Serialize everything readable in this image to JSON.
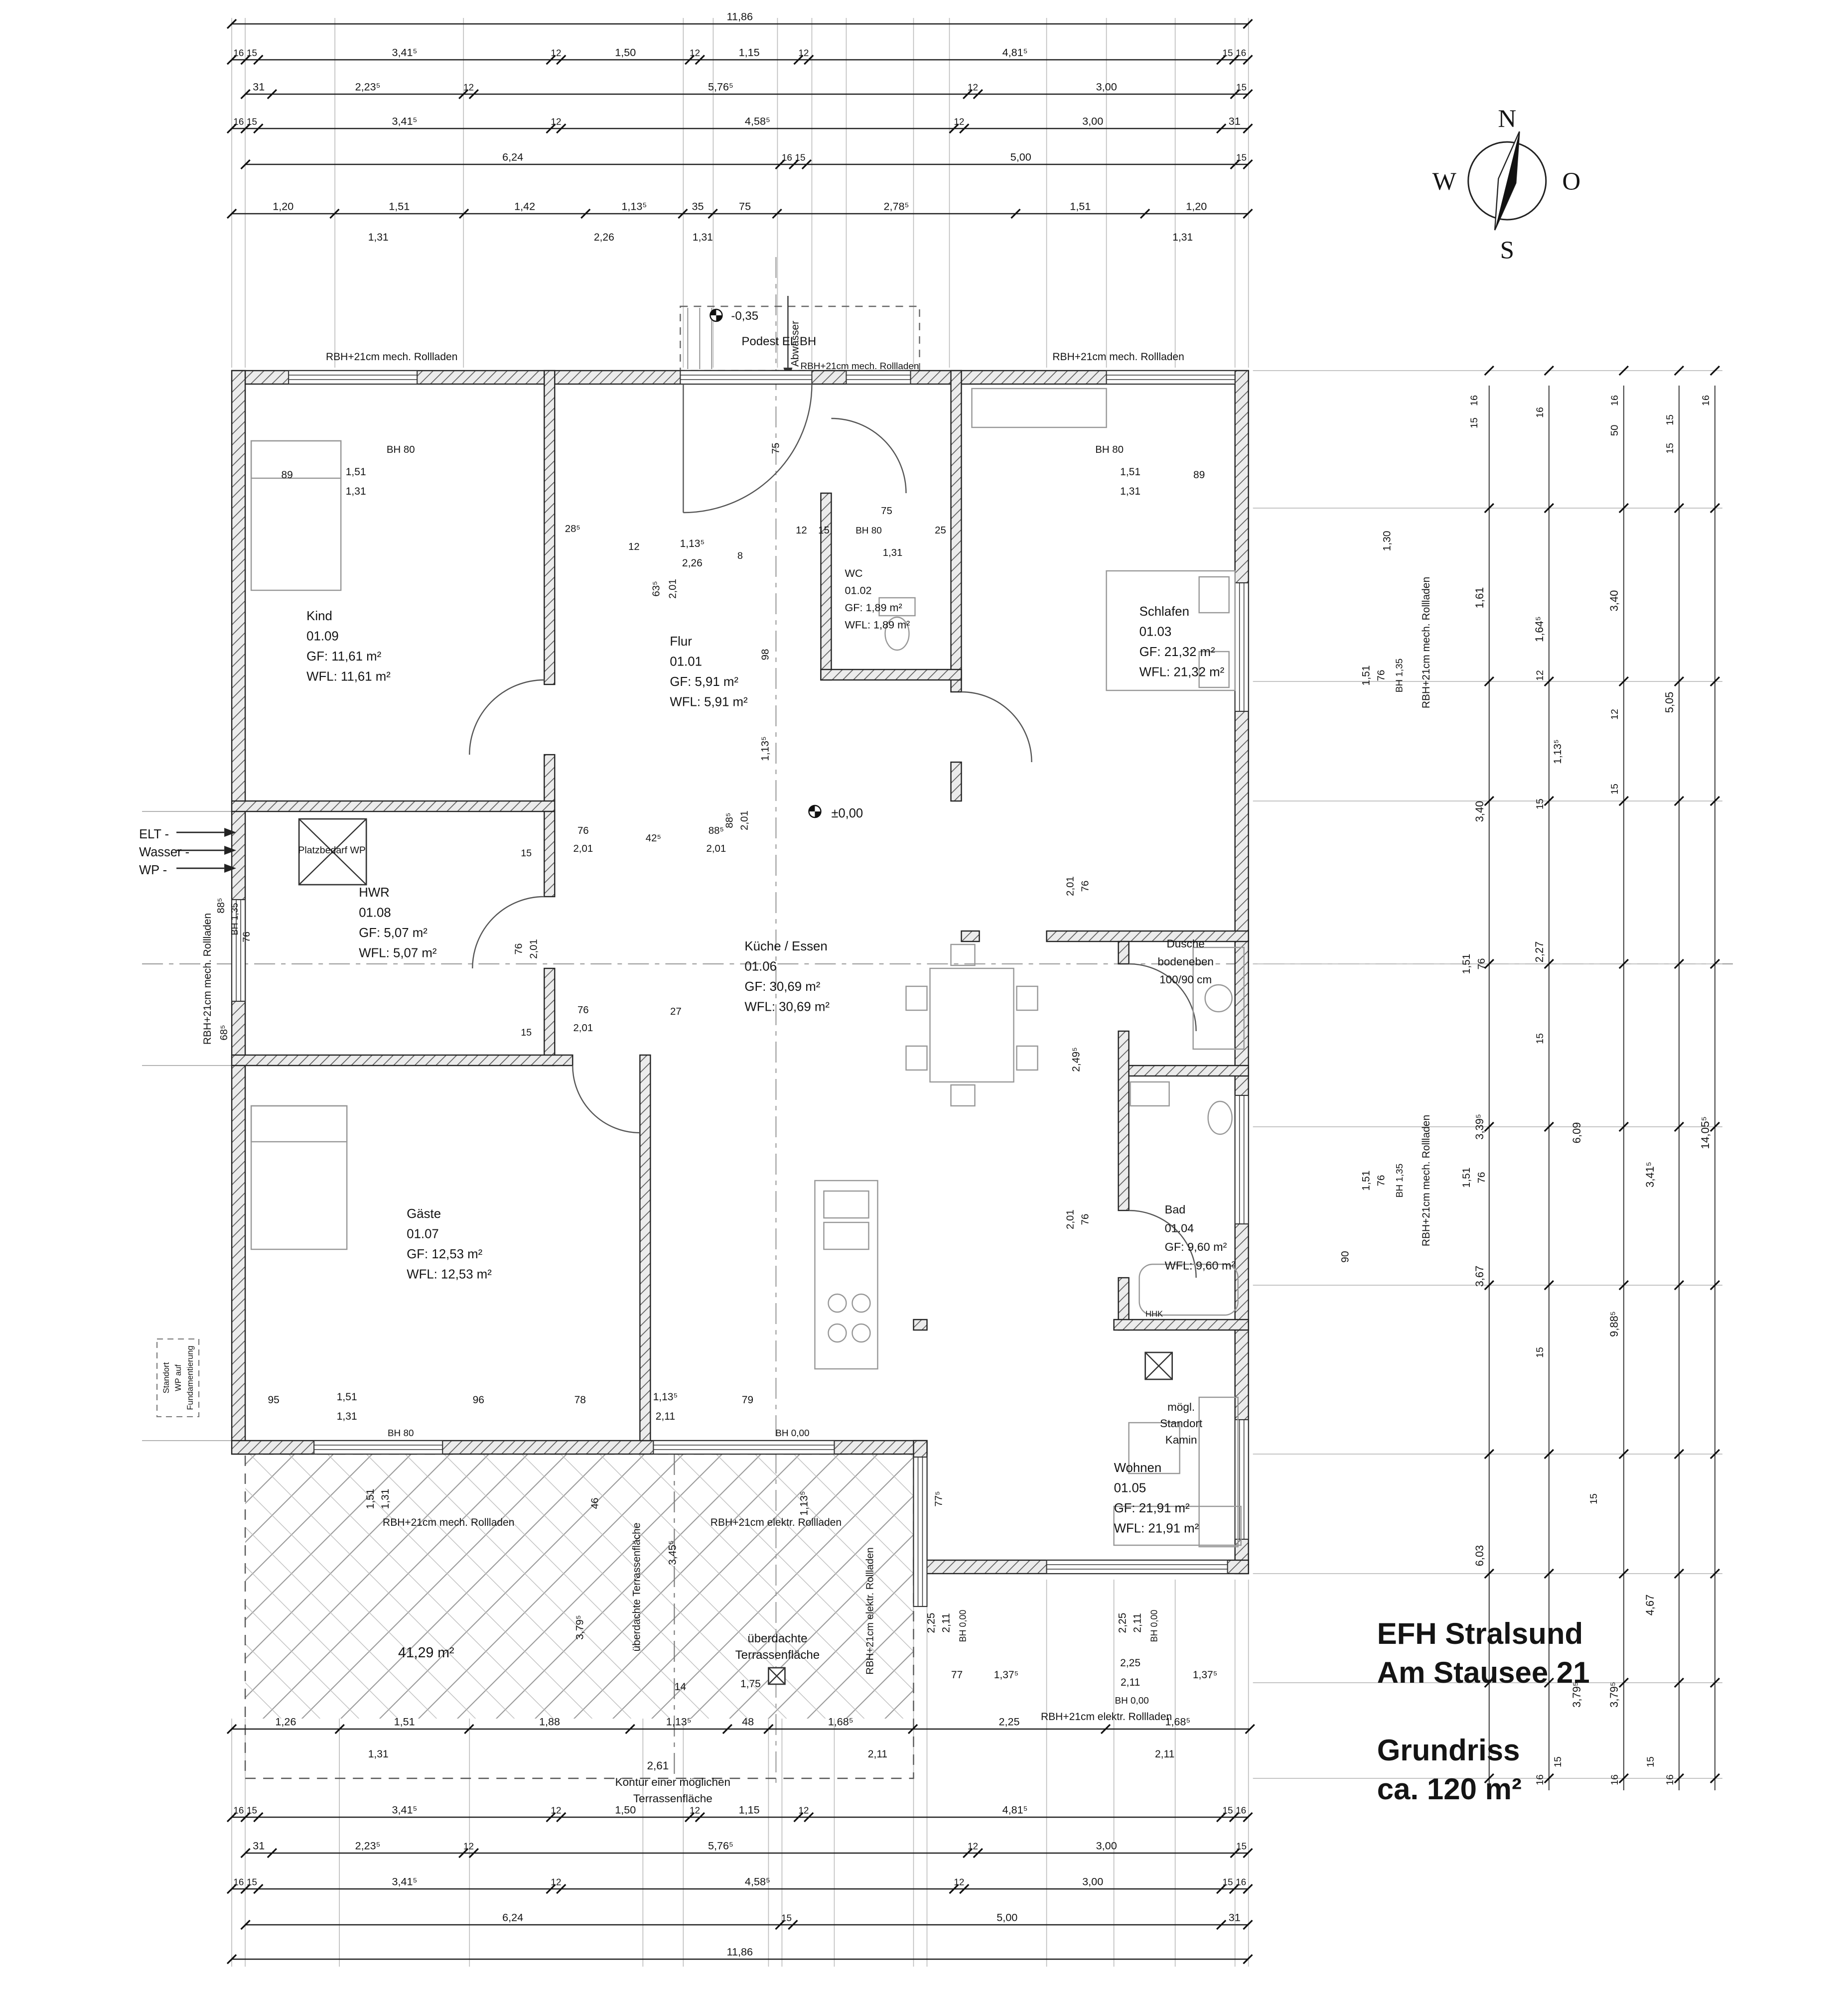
{
  "title_block": {
    "line1": "EFH Stralsund",
    "line2": "Am Stausee 21",
    "line3": "Grundriss",
    "line4": "ca. 120 m²"
  },
  "compass": {
    "north": "N",
    "west": "W",
    "east": "O",
    "south": "S"
  },
  "rooms": [
    {
      "name": "Kind",
      "number": "01.09",
      "gf": "GF: 11,61 m²",
      "wfl": "WFL: 11,61 m²"
    },
    {
      "name": "Flur",
      "number": "01.01",
      "gf": "GF: 5,91 m²",
      "wfl": "WFL: 5,91 m²"
    },
    {
      "name": "WC",
      "number": "01.02",
      "gf": "GF: 1,89 m²",
      "wfl": "WFL: 1,89 m²"
    },
    {
      "name": "Schlafen",
      "number": "01.03",
      "gf": "GF: 21,32 m²",
      "wfl": "WFL: 21,32 m²"
    },
    {
      "name": "HWR",
      "number": "01.08",
      "gf": "GF: 5,07 m²",
      "wfl": "WFL: 5,07 m²"
    },
    {
      "name": "Küche / Essen",
      "number": "01.06",
      "gf": "GF: 30,69 m²",
      "wfl": "WFL: 30,69 m²"
    },
    {
      "name": "Gäste",
      "number": "01.07",
      "gf": "GF: 12,53 m²",
      "wfl": "WFL: 12,53 m²"
    },
    {
      "name": "Bad",
      "number": "01.04",
      "gf": "GF: 9,60 m²",
      "wfl": "WFL: 9,60 m²"
    },
    {
      "name": "Wohnen",
      "number": "01.05",
      "gf": "GF: 21,91 m²",
      "wfl": "WFL: 21,91 m²"
    }
  ],
  "dim_chains": {
    "top": [
      [
        {
          "len": 11.86,
          "label": "11,86"
        }
      ],
      [
        {
          "len": 0.16,
          "label": "16"
        },
        {
          "len": 0.15,
          "label": "15"
        },
        {
          "len": 3.415,
          "label": "3,41⁵"
        },
        {
          "len": 0.12,
          "label": "12"
        },
        {
          "len": 1.5,
          "label": "1,50"
        },
        {
          "len": 0.12,
          "label": "12"
        },
        {
          "len": 1.15,
          "label": "1,15"
        },
        {
          "len": 0.12,
          "label": "12"
        },
        {
          "len": 4.815,
          "label": "4,81⁵"
        },
        {
          "len": 0.15,
          "label": "15"
        },
        {
          "len": 0.16,
          "label": "16"
        }
      ],
      [
        {
          "len": 0.31,
          "label": "31"
        },
        {
          "len": 2.235,
          "label": "2,23⁵"
        },
        {
          "len": 0.12,
          "label": "12"
        },
        {
          "len": 5.765,
          "label": "5,76⁵"
        },
        {
          "len": 0.12,
          "label": "12"
        },
        {
          "len": 3.0,
          "label": "3,00"
        },
        {
          "len": 0.15,
          "label": "15"
        }
      ],
      [
        {
          "len": 0.16,
          "label": "16"
        },
        {
          "len": 0.15,
          "label": "15"
        },
        {
          "len": 3.415,
          "label": "3,41⁵"
        },
        {
          "len": 0.12,
          "label": "12"
        },
        {
          "len": 4.585,
          "label": "4,58⁵"
        },
        {
          "len": 0.12,
          "label": "12"
        },
        {
          "len": 3.0,
          "label": "3,00"
        },
        {
          "len": 0.31,
          "label": "31"
        }
      ],
      [
        {
          "len": 6.24,
          "label": "6,24"
        },
        {
          "len": 0.16,
          "label": "16"
        },
        {
          "len": 0.15,
          "label": "15"
        },
        {
          "len": 5.0,
          "label": "5,00"
        },
        {
          "len": 0.15,
          "label": "15"
        }
      ],
      [
        {
          "len": 1.2,
          "label": "1,20"
        },
        {
          "len": 1.51,
          "label": "1,51"
        },
        {
          "len": 1.42,
          "label": "1,42"
        },
        {
          "len": 1.135,
          "label": "1,13⁵"
        },
        {
          "len": 0.35,
          "label": "35"
        },
        {
          "len": 0.75,
          "label": "75"
        },
        {
          "len": 2.785,
          "label": "2,78⁵"
        },
        {
          "len": 1.51,
          "label": "1,51"
        },
        {
          "len": 1.2,
          "label": "1,20"
        }
      ]
    ],
    "bottom": [
      [
        {
          "len": 1.26,
          "label": "1,26"
        },
        {
          "len": 1.51,
          "label": "1,51"
        },
        {
          "len": 1.88,
          "label": "1,88"
        },
        {
          "len": 1.135,
          "label": "1,13⁵"
        },
        {
          "len": 0.48,
          "label": "48"
        },
        {
          "len": 1.685,
          "label": "1,68⁵"
        },
        {
          "len": 2.25,
          "label": "2,25"
        },
        {
          "len": 1.685,
          "label": "1,68⁵"
        }
      ],
      [
        {
          "len": 0.16,
          "label": "16"
        },
        {
          "len": 0.15,
          "label": "15"
        },
        {
          "len": 3.415,
          "label": "3,41⁵"
        },
        {
          "len": 0.12,
          "label": "12"
        },
        {
          "len": 1.5,
          "label": "1,50"
        },
        {
          "len": 0.12,
          "label": "12"
        },
        {
          "len": 1.15,
          "label": "1,15"
        },
        {
          "len": 0.12,
          "label": "12"
        },
        {
          "len": 4.815,
          "label": "4,81⁵"
        },
        {
          "len": 0.15,
          "label": "15"
        },
        {
          "len": 0.16,
          "label": "16"
        }
      ],
      [
        {
          "len": 0.31,
          "label": "31"
        },
        {
          "len": 2.235,
          "label": "2,23⁵"
        },
        {
          "len": 0.12,
          "label": "12"
        },
        {
          "len": 5.765,
          "label": "5,76⁵"
        },
        {
          "len": 0.12,
          "label": "12"
        },
        {
          "len": 3.0,
          "label": "3,00"
        },
        {
          "len": 0.15,
          "label": "15"
        }
      ],
      [
        {
          "len": 0.16,
          "label": "16"
        },
        {
          "len": 0.15,
          "label": "15"
        },
        {
          "len": 3.415,
          "label": "3,41⁵"
        },
        {
          "len": 0.12,
          "label": "12"
        },
        {
          "len": 4.585,
          "label": "4,58⁵"
        },
        {
          "len": 0.12,
          "label": "12"
        },
        {
          "len": 3.0,
          "label": "3,00"
        },
        {
          "len": 0.15,
          "label": "15"
        },
        {
          "len": 0.16,
          "label": "16"
        }
      ],
      [
        {
          "len": 6.24,
          "label": "6,24"
        },
        {
          "len": 0.15,
          "label": "15"
        },
        {
          "len": 5.0,
          "label": "5,00"
        },
        {
          "len": 0.31,
          "label": "31"
        }
      ],
      [
        {
          "len": 11.86,
          "label": "11,86"
        }
      ]
    ]
  },
  "annotations": [
    "RBH+21cm mech. Rollladen",
    "RBH+21cm mech. Rollladen",
    "RBH+21cm mech. Rollladen",
    "Abwasser",
    "-0,35",
    "Podest EL BH",
    "BH 80",
    "BH 80",
    "89",
    "1,51",
    "1,31",
    "1,51",
    "89",
    "1,31",
    "28⁵",
    "12",
    "1,13⁵",
    "2,26",
    "8",
    "63⁵",
    "2,01",
    "12",
    "15",
    "BH 80",
    "75",
    "25",
    "1,31",
    "75",
    "1,30",
    "1,51",
    "76",
    "BH 1,35",
    "RBH+21cm mech. Rollladen",
    "1,51",
    "76",
    "BH 1,35",
    "RBH+21cm mech. Rollladen",
    "±0,00",
    "ELT -",
    "Wasser -",
    "WP -",
    "RBH+21cm mech. Rollladen",
    "88⁵",
    "BH 1,35",
    "76",
    "68⁵",
    "Platzbedarf WP",
    "76",
    "2,01",
    "88⁵",
    "2,01",
    "42⁵",
    "15",
    "76",
    "2,01",
    "15",
    "27",
    "76",
    "2,01",
    "98",
    "1,13⁵",
    "88⁵",
    "2,01",
    "2,01",
    "76",
    "2,49⁵",
    "2,01",
    "76",
    "90",
    "HHK",
    "95",
    "1,51",
    "1,31",
    "96",
    "78",
    "1,13⁵",
    "2,11",
    "79",
    "BH 80",
    "BH 0,00",
    "RBH+21cm mech. Rollladen",
    "RBH+21cm elektr. Rollladen",
    "RBH+21cm elektr. Rollladen",
    "1,51",
    "1,31",
    "46",
    "1,13⁵",
    "77⁵",
    "2,25",
    "2,11",
    "BH 0,00",
    "2,25",
    "2,11",
    "BH 0,00",
    "77",
    "1,37⁵",
    "2,25",
    "2,11",
    "1,37⁵",
    "BH 0,00",
    "RBH+21cm elektr. Rollladen",
    "3,45⁵",
    "3,79⁵",
    "überdachte Terrassenfläche",
    "41,29 m²",
    "überdachte",
    "Terrassenfläche",
    "14",
    "1,75",
    "2,61",
    "Kontur einer möglichen",
    "Terrassenfläche",
    "1,31",
    "2,26",
    "1,31",
    "1,31",
    "1,31",
    "2,11",
    "2,11",
    "Standort",
    "WP auf",
    "Fundamentierung",
    "15",
    "16",
    "16",
    "50",
    "16",
    "15",
    "16",
    "1,61",
    "3,40",
    "1,51",
    "76",
    "3,39⁵",
    "1,51",
    "76",
    "3,67",
    "6,03",
    "1,64⁵",
    "12",
    "1,13⁵",
    "15",
    "2,27",
    "15",
    "6,09",
    "15",
    "3,79⁵",
    "3,40",
    "12",
    "15",
    "9,88⁵",
    "3,79⁵",
    "15",
    "5,05",
    "3,41⁵",
    "4,67",
    "15",
    "14,05⁵",
    "16",
    "15",
    "16",
    "15",
    "16",
    "Dusche",
    "bodeneben",
    "100/90 cm",
    "mögl.",
    "Standort",
    "Kamin"
  ]
}
